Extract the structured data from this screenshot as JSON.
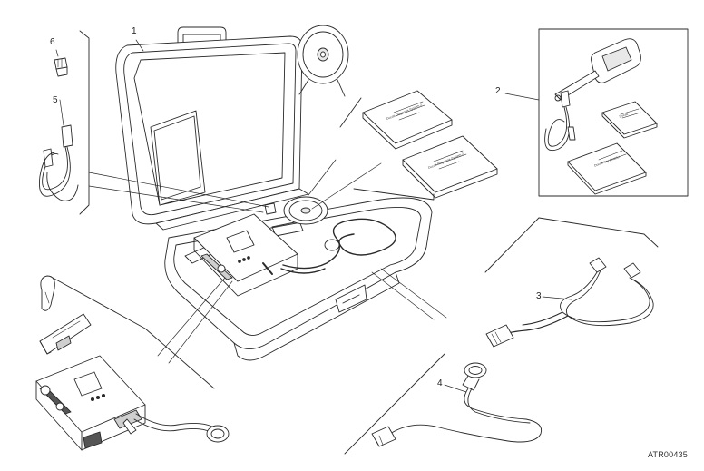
{
  "callouts": {
    "case": "1",
    "key_kit": "2",
    "cable_3": "3",
    "cable_4": "4",
    "usb_cable": "5",
    "adapter_cap": "6"
  },
  "booklets": {
    "case_top_left": "Ducati Diagnosis System 2",
    "case_top_right": "Ducati Diagnosis System 2",
    "kit_small": "Ducati",
    "kit_large": "Ducati Key Enabler"
  },
  "reference_code": "ATR00435",
  "colors": {
    "line": "#2a2a2a",
    "fill": "#ffffff",
    "shade": "#cfcfcf",
    "dark": "#555555"
  }
}
